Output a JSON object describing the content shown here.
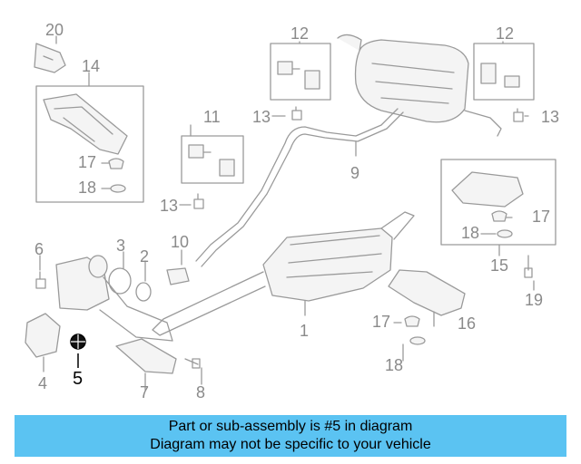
{
  "diagram": {
    "callouts": [
      "20",
      "14",
      "12",
      "12",
      "13",
      "13",
      "11",
      "17",
      "18",
      "13",
      "9",
      "17",
      "18",
      "15",
      "19",
      "6",
      "3",
      "2",
      "10",
      "1",
      "17",
      "16",
      "4",
      "5",
      "7",
      "8",
      "18"
    ],
    "highlighted_part": "5",
    "colors": {
      "line": "#9a9a9a",
      "highlight": "#000000",
      "fill": "#f4f4f4"
    }
  },
  "banner": {
    "line1": "Part or sub-assembly is #5 in diagram",
    "line2": "Diagram may not be specific to your vehicle",
    "color": "#5bc3f2"
  }
}
